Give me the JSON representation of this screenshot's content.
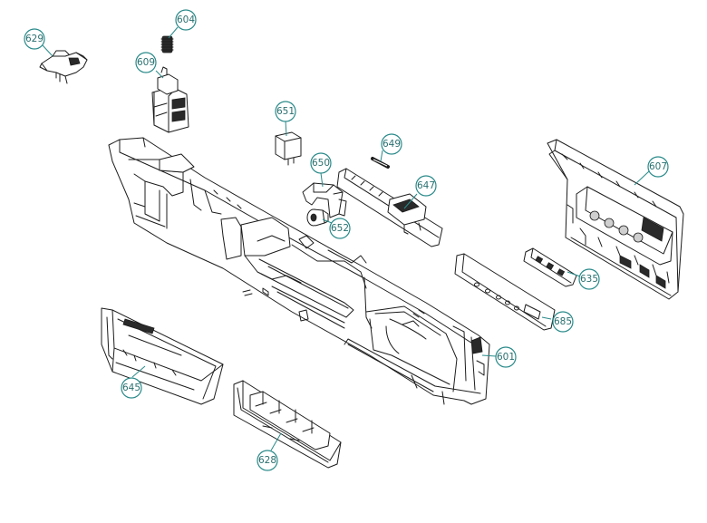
{
  "accent": "#2a8a8a",
  "callouts": {
    "c604": "604",
    "c629": "629",
    "c609": "609",
    "c651": "651",
    "c649": "649",
    "c650": "650",
    "c647": "647",
    "c652": "652",
    "c607": "607",
    "c635": "635",
    "c685": "685",
    "c601": "601",
    "c645": "645",
    "c628": "628"
  }
}
